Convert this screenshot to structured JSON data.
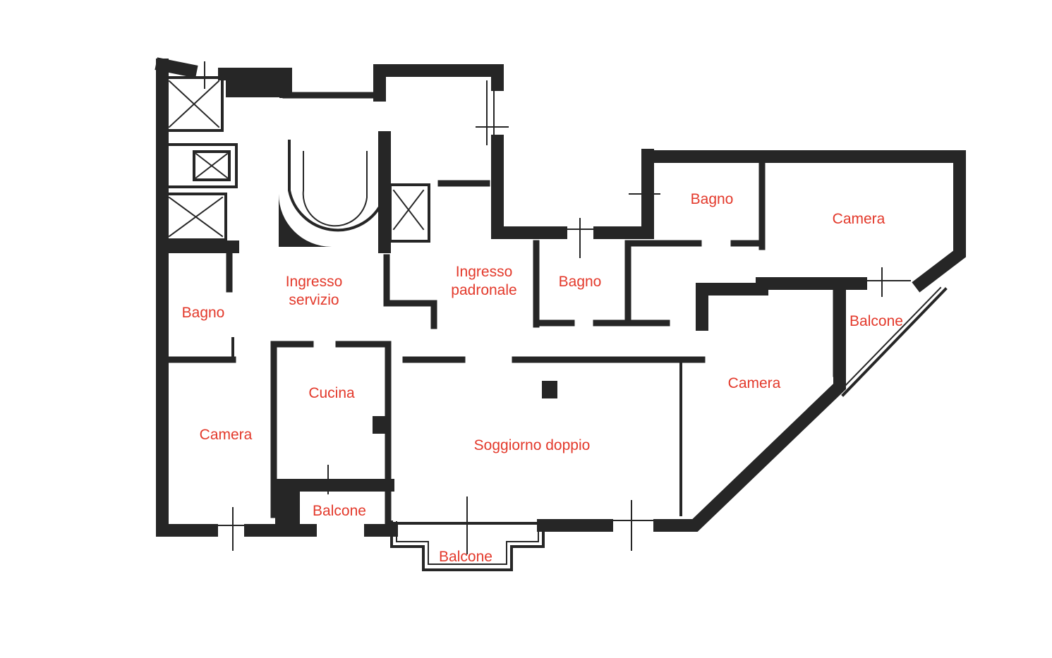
{
  "title": "Floor plan",
  "colors": {
    "label": "#e3392b",
    "wall": "#262626"
  },
  "rooms": [
    {
      "id": "bagno-1",
      "label": "Bagno"
    },
    {
      "id": "camera-1",
      "label": "Camera"
    },
    {
      "id": "bagno-2",
      "label": "Bagno"
    },
    {
      "id": "ingresso-padronale",
      "label": "Ingresso\npadronale",
      "line1": "Ingresso",
      "line2": "padronale"
    },
    {
      "id": "ingresso-servizio",
      "label": "Ingresso servizio",
      "line1": "Ingresso",
      "line2": "servizio"
    },
    {
      "id": "bagno-3",
      "label": "Bagno"
    },
    {
      "id": "balcone-1",
      "label": "Balcone"
    },
    {
      "id": "cucina",
      "label": "Cucina"
    },
    {
      "id": "camera-2",
      "label": "Camera"
    },
    {
      "id": "camera-3",
      "label": "Camera"
    },
    {
      "id": "soggiorno",
      "label": "Soggiorno doppio"
    },
    {
      "id": "balcone-2",
      "label": "Balcone"
    },
    {
      "id": "balcone-3",
      "label": "Balcone"
    }
  ]
}
